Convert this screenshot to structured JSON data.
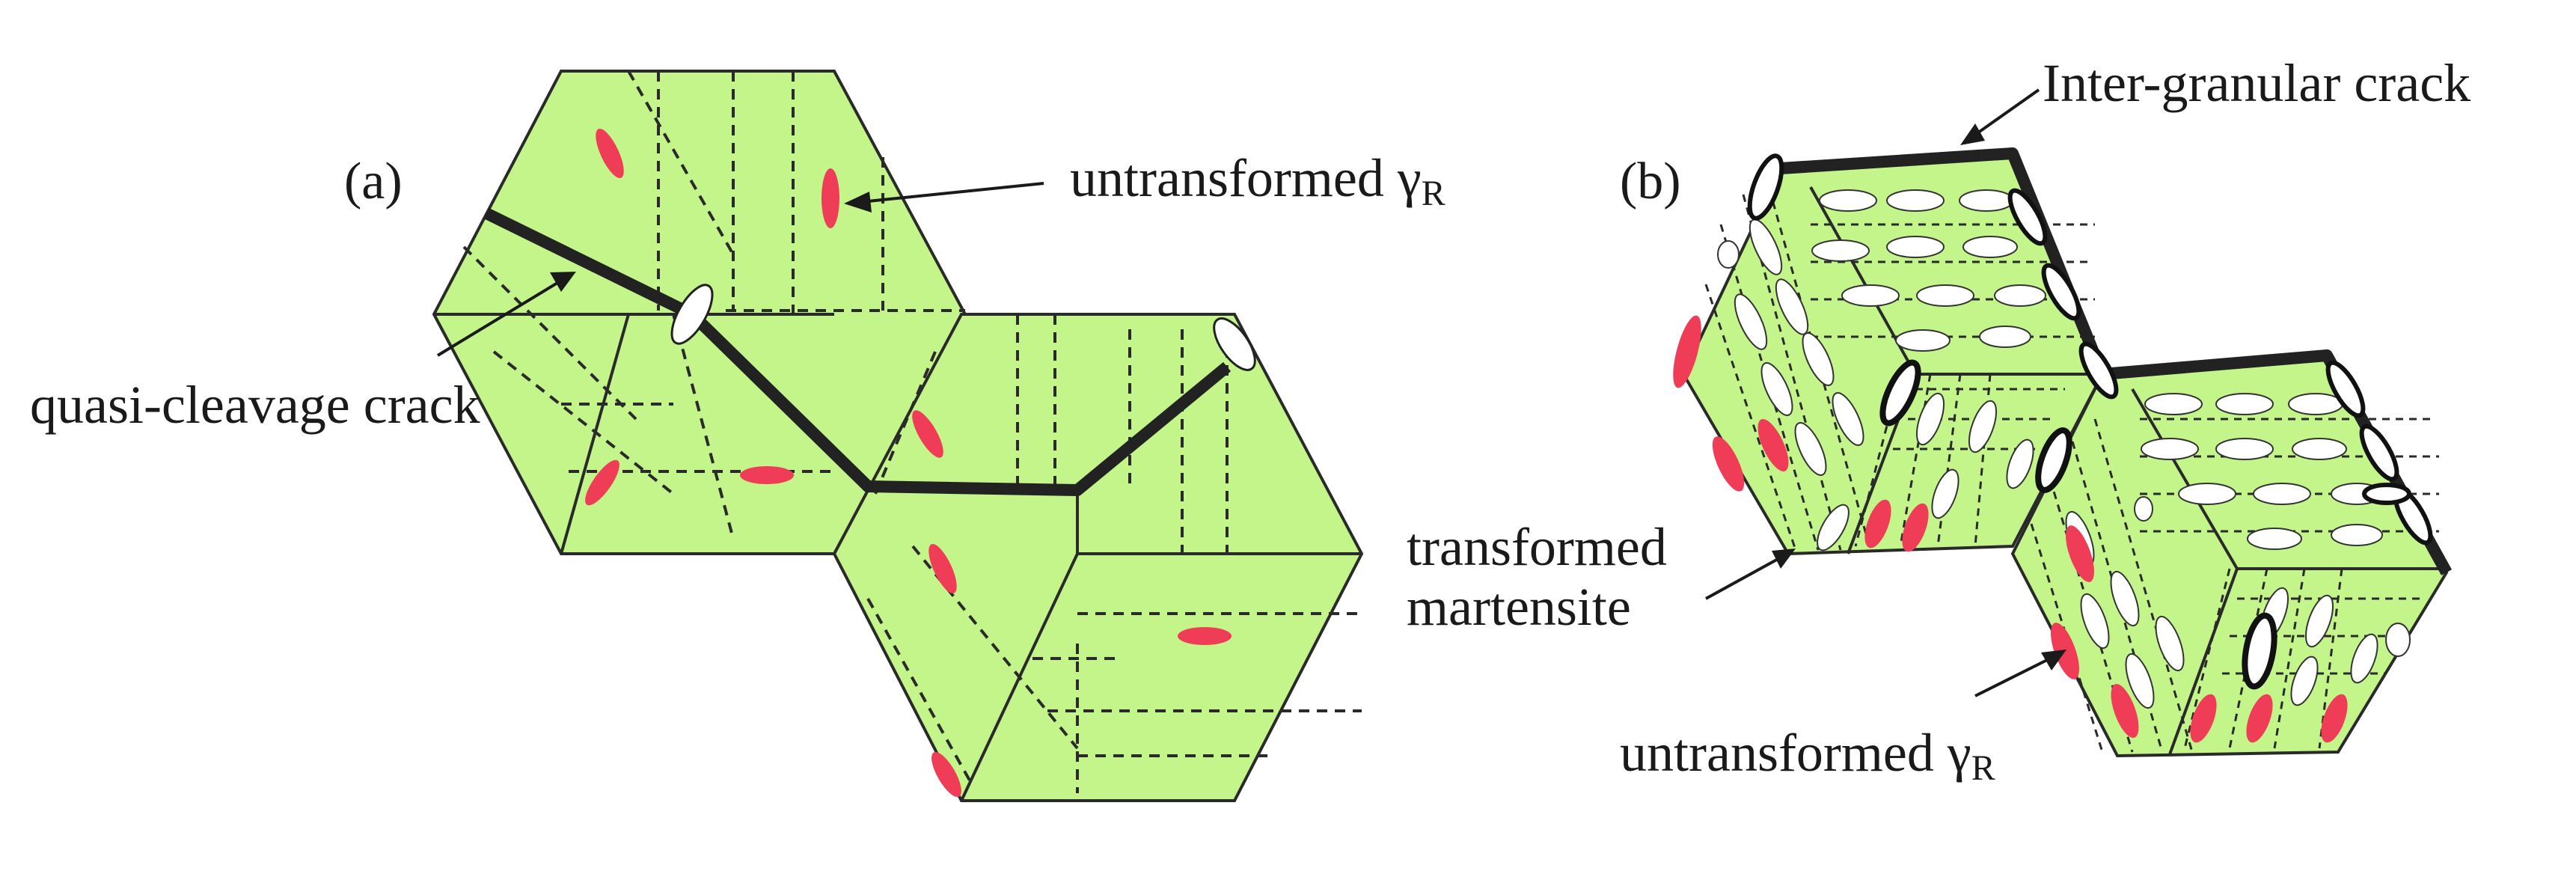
{
  "panel_a": {
    "tag": "(a)",
    "crack_label": "quasi-cleavage crack",
    "gamma_label_text": "untransformed γ",
    "gamma_label_sub": "R"
  },
  "panel_b": {
    "tag": "(b)",
    "crack_label": "Inter-granular crack",
    "martensite_label_1": "transformed",
    "martensite_label_2": "martensite",
    "gamma_label_text": "untransformed γ",
    "gamma_label_sub": "R"
  },
  "colors": {
    "grain_fill": "#c3f58a",
    "edge": "#2a2a2a",
    "crack": "#222222",
    "untransformed": "#ef3c57",
    "martensite": "#ffffff"
  }
}
